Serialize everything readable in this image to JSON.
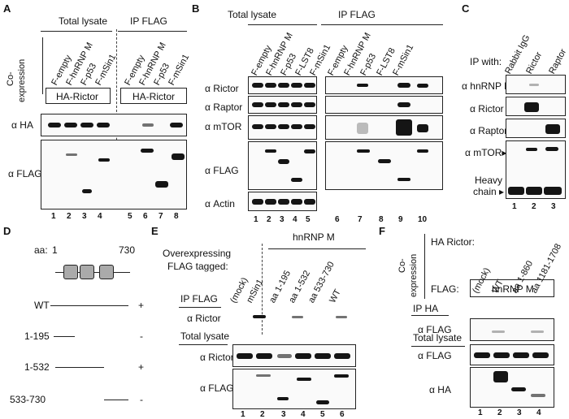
{
  "panels": {
    "A": "A",
    "B": "B",
    "C": "C",
    "D": "D",
    "E": "E",
    "F": "F"
  },
  "A": {
    "total_lysate": "Total lysate",
    "ip_flag": "IP FLAG",
    "coexp_1": "Co-",
    "coexp_2": "expression",
    "constructs": [
      "F-empty",
      "F-hnRNP M",
      "F-p53",
      "F-mSin1",
      "F-empty",
      "F-hnRNP M",
      "F-p53",
      "F-mSin1"
    ],
    "ha_rictor": "HA-Rictor",
    "rows": [
      "α HA",
      "α FLAG"
    ],
    "lanes": [
      "1",
      "2",
      "3",
      "4",
      "5",
      "6",
      "7",
      "8"
    ]
  },
  "B": {
    "total_lysate": "Total lysate",
    "ip_flag": "IP FLAG",
    "constructs": [
      "F-empty",
      "F-hnRNP M",
      "F-p53",
      "F-LST8",
      "F-mSin1",
      "F-empty",
      "F-hnRNP M",
      "F-p53",
      "F-LST8",
      "F-mSin1"
    ],
    "rows": [
      "α Rictor",
      "α Raptor",
      "α mTOR",
      "α FLAG",
      "α Actin"
    ],
    "lanes": [
      "1",
      "2",
      "3",
      "4",
      "5",
      "6",
      "7",
      "8",
      "9",
      "10"
    ]
  },
  "C": {
    "ip_with": "IP with:",
    "constructs": [
      "Rabbit IgG",
      "Rictor",
      "Raptor"
    ],
    "rows": [
      "α hnRNP M",
      "α Rictor",
      "α Raptor",
      "α mTOR▸"
    ],
    "heavy_1": "Heavy",
    "heavy_2": "chain ▸",
    "lanes": [
      "1",
      "2",
      "3"
    ]
  },
  "D": {
    "aa": "aa:",
    "aa_start": "1",
    "aa_end": "730",
    "constructs": [
      {
        "label": "WT",
        "sign": "+"
      },
      {
        "label": "1-195",
        "sign": "-"
      },
      {
        "label": "1-532",
        "sign": "+"
      },
      {
        "label": "533-730",
        "sign": "-"
      }
    ]
  },
  "E": {
    "hnrnp": "hnRNP M",
    "over_1": "Overexpressing",
    "over_2": "FLAG tagged:",
    "constructs": [
      "(mock)",
      "mSin1",
      "aa 1-195",
      "aa 1-532",
      "aa 533-730",
      "WT"
    ],
    "ip_flag": "IP FLAG",
    "total_lysate": "Total lysate",
    "rows": [
      "α Rictor",
      "α Rictor",
      "α FLAG"
    ],
    "lanes": [
      "1",
      "2",
      "3",
      "4",
      "5",
      "6"
    ]
  },
  "F": {
    "coexp_1": "Co-",
    "coexp_2": "expression",
    "ha_rictor": "HA Rictor:",
    "flag": "FLAG:",
    "hnrnp": "hnRNP M",
    "constructs": [
      "(mock)",
      "WT",
      "aa 1-860",
      "aa 1181-1708"
    ],
    "ip_ha": "IP HA",
    "total_lysate": "Total lysate",
    "rows": [
      "α FLAG",
      "α FLAG",
      "α HA"
    ],
    "lanes": [
      "1",
      "2",
      "3",
      "4"
    ]
  }
}
